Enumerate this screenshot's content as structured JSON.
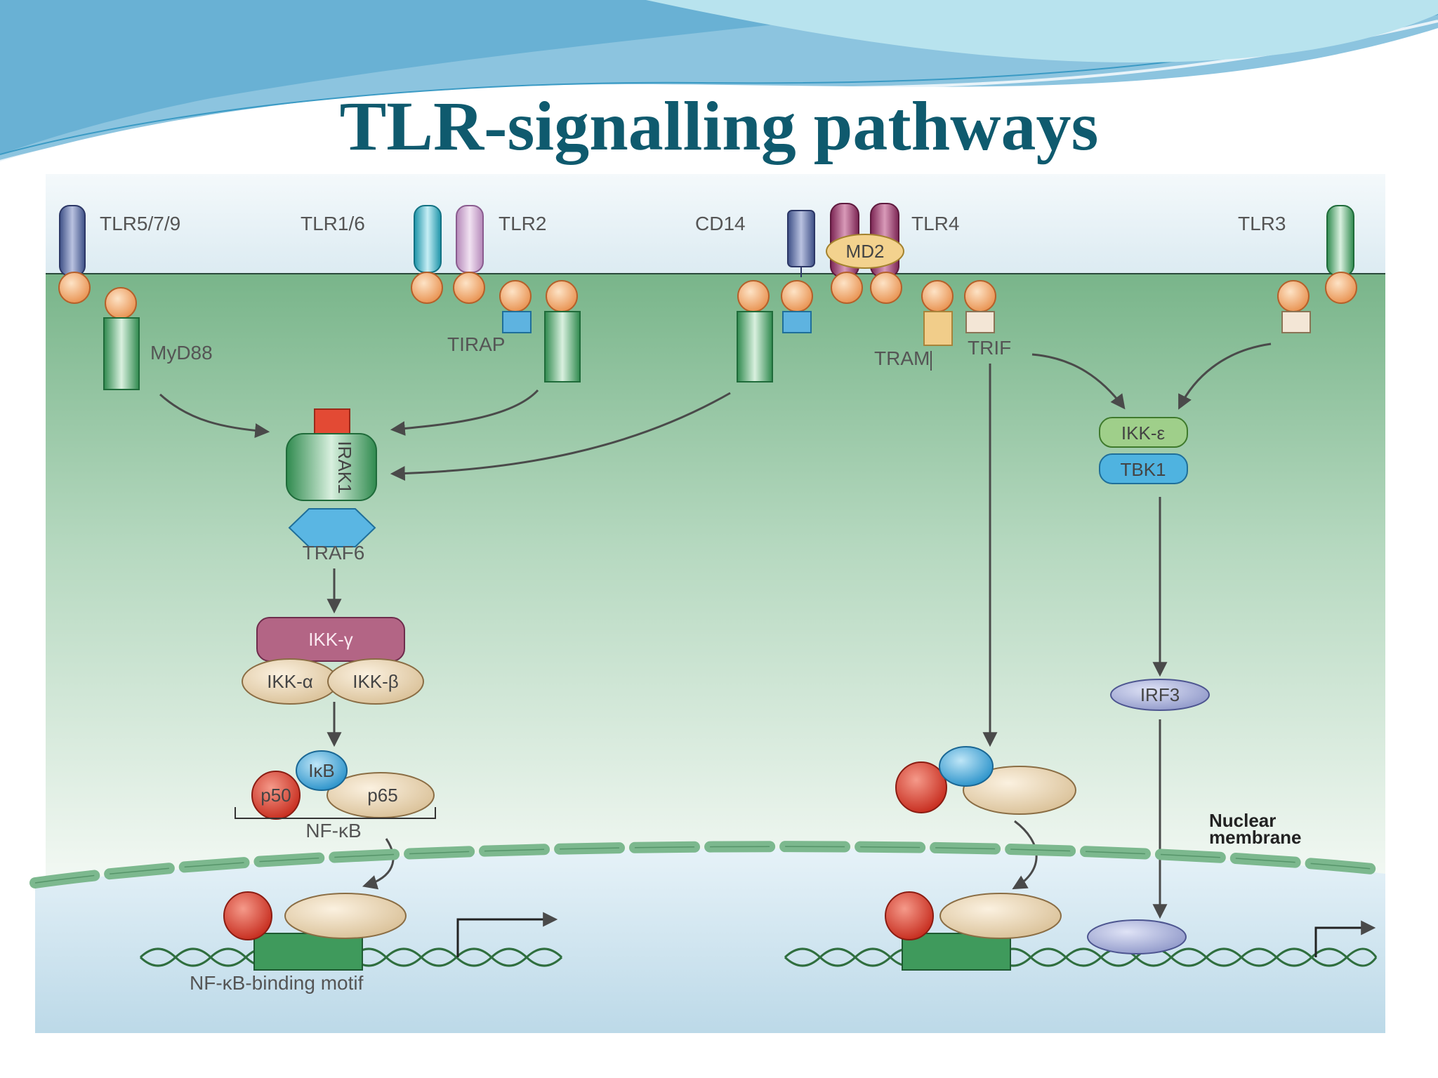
{
  "slide": {
    "title": "TLR-signalling pathways"
  },
  "receptors": {
    "tlr579": "TLR5/7/9",
    "tlr16": "TLR1/6",
    "tlr2": "TLR2",
    "cd14": "CD14",
    "tlr4": "TLR4",
    "md2": "MD2",
    "tlr3": "TLR3"
  },
  "adaptors": {
    "myd88": "MyD88",
    "tirap": "TIRAP",
    "tram": "TRAM",
    "trif": "TRIF"
  },
  "kinases": {
    "irak1": "IRAK1",
    "traf6": "TRAF6",
    "ikk_gamma": "IKK-γ",
    "ikk_alpha": "IKK-α",
    "ikk_beta": "IKK-β",
    "ikk_epsilon": "IKK-ε",
    "tbk1": "TBK1",
    "irf3": "IRF3"
  },
  "nfkb": {
    "ikb": "IκB",
    "p50": "p50",
    "p65": "p65",
    "complex": "NF-κB",
    "motif": "NF-κB-binding motif"
  },
  "nuclear_membrane": {
    "line1": "Nuclear",
    "line2": "membrane"
  },
  "colors": {
    "title": "#0f5a6e",
    "cytoplasm_top": "#7fb98f",
    "cytoplasm_bottom": "#eef6f0",
    "nucleus": "#cfe5ef",
    "green_protein": "#3f9a5c",
    "orange_tir": "#f2b37a",
    "red_p50": "#d33a2a",
    "blue_ikb": "#3aa2d6",
    "beige_p65": "#e9d6b5"
  }
}
